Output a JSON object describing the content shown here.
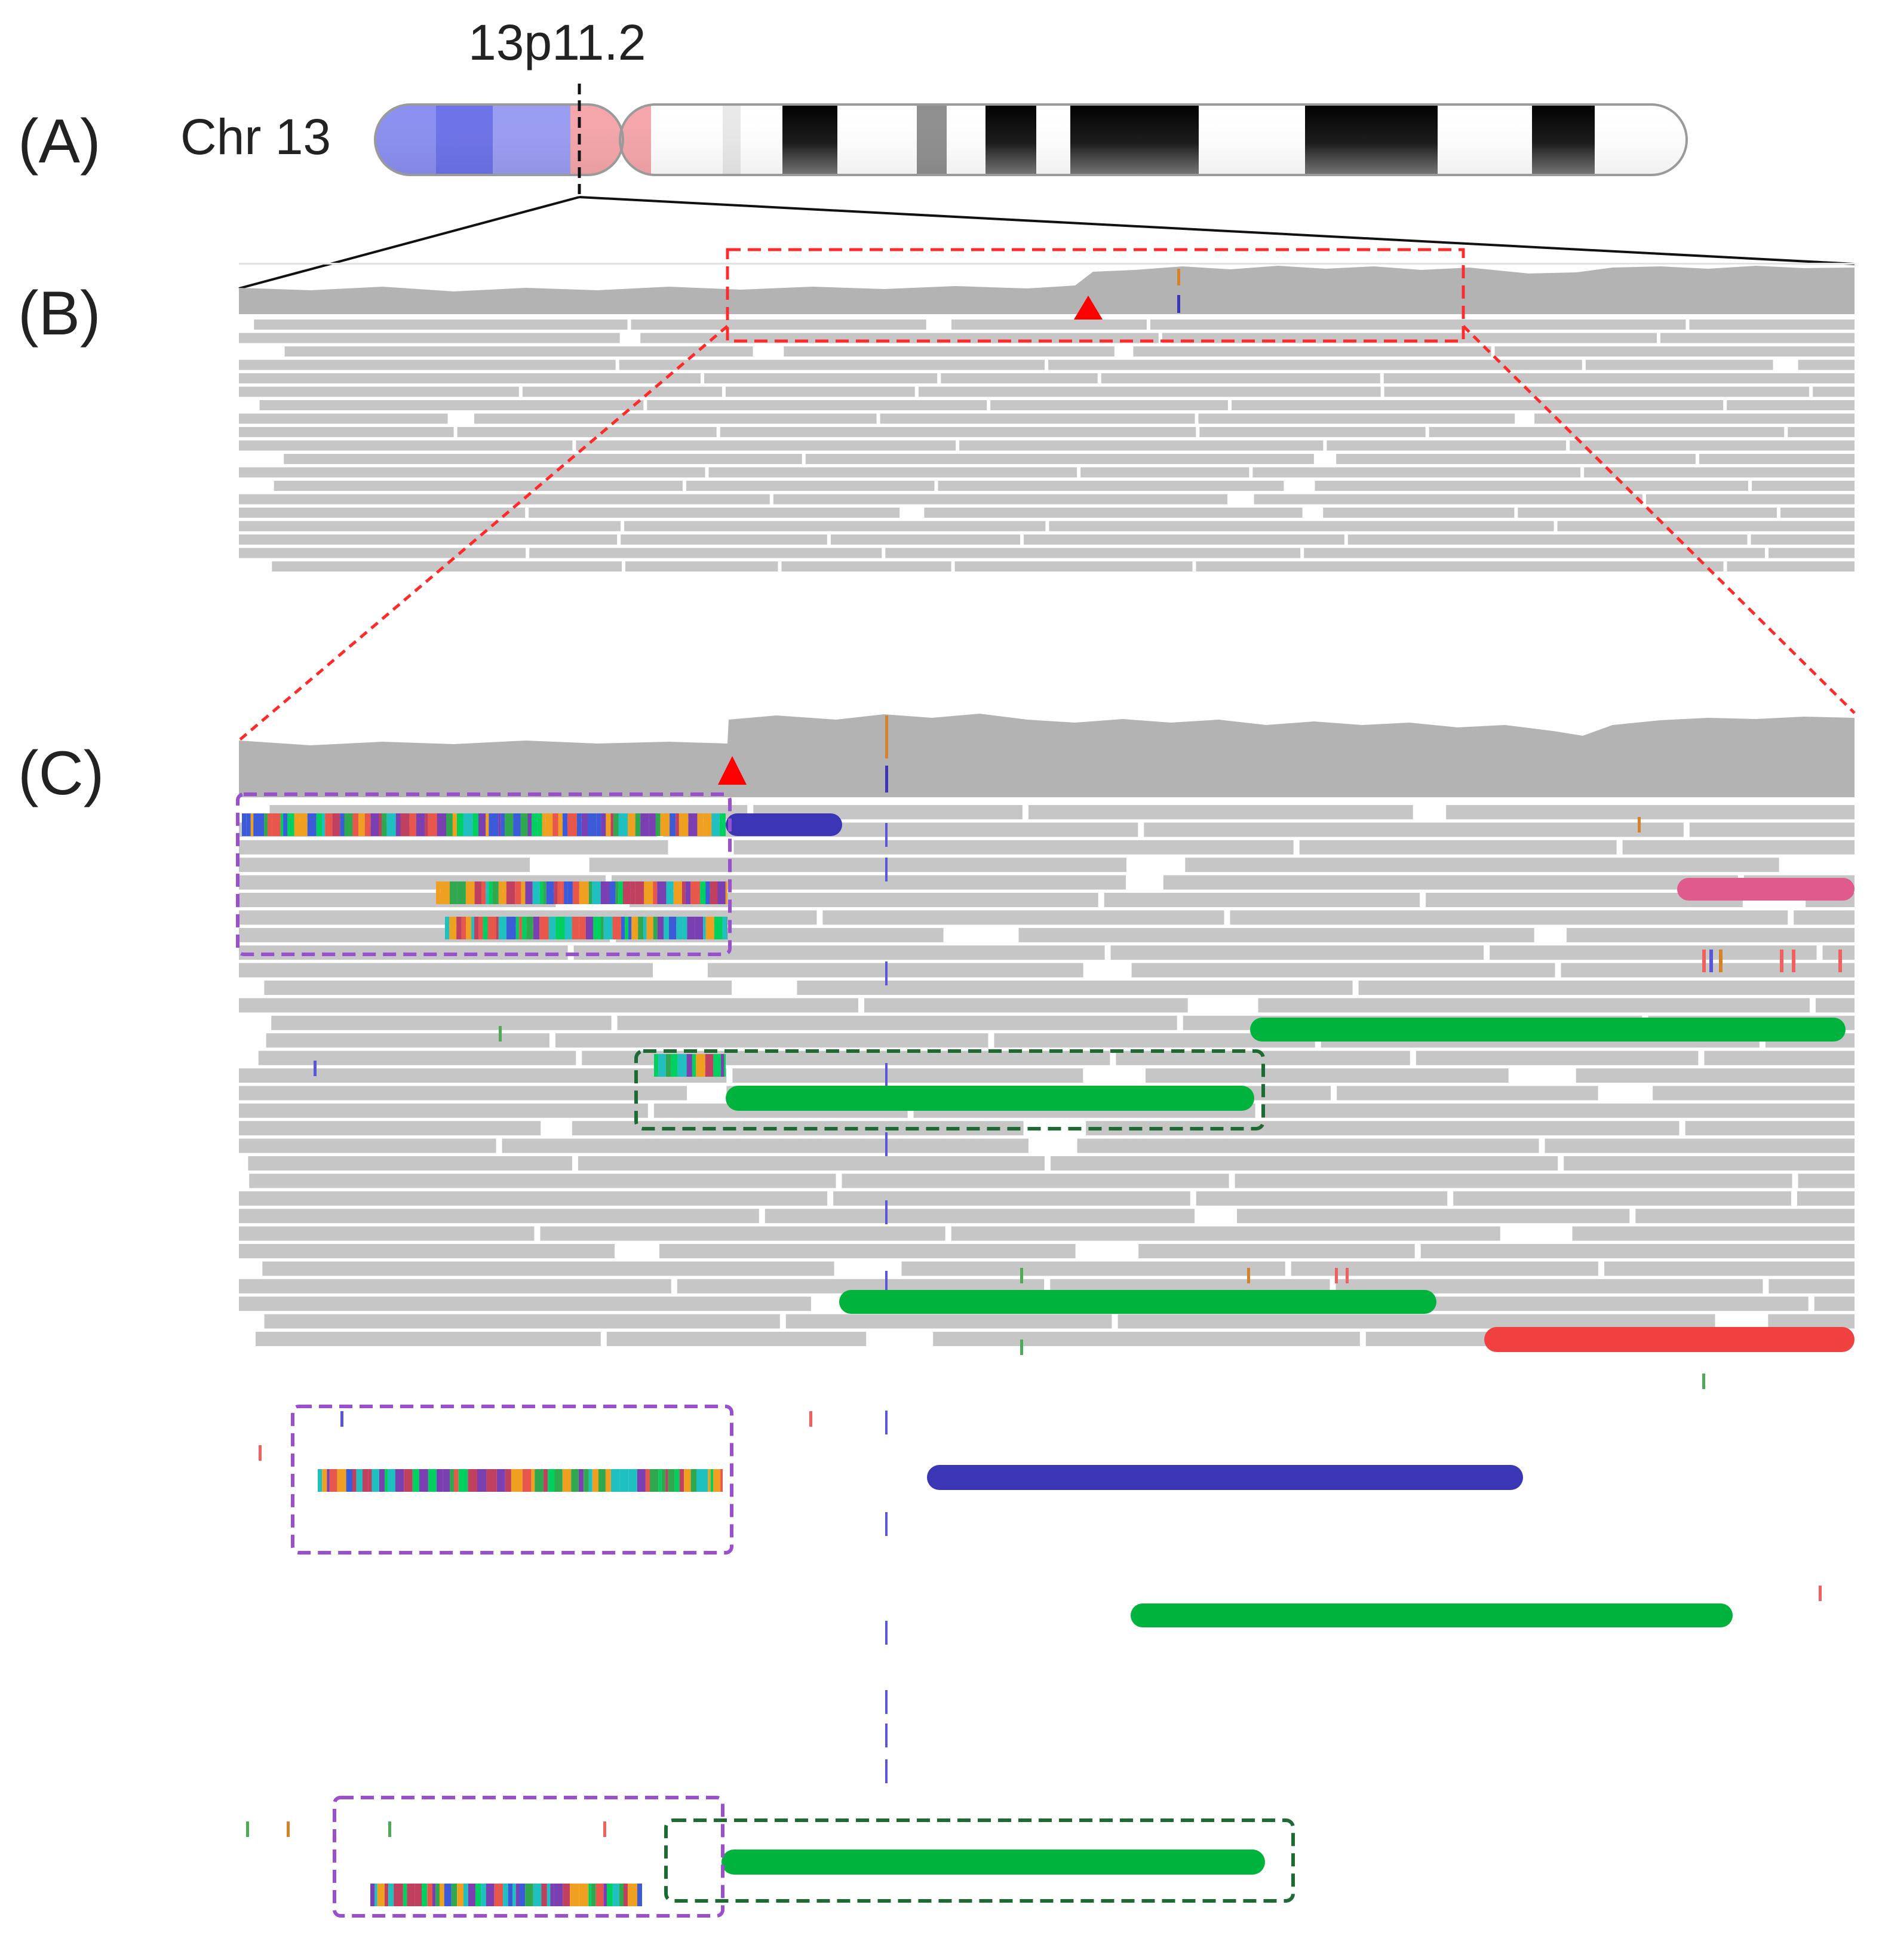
{
  "panels": {
    "a": "(A)",
    "b": "(B)",
    "c": "(C)"
  },
  "chromosome": {
    "name": "Chr 13",
    "band": "13p11.2"
  },
  "colors": {
    "read": "#c6c6c6",
    "coverage": "#b3b3b3",
    "p_arm": "#8b8ff0",
    "centromere": "#f5a6aa",
    "zoom_box": "#ff2a2a",
    "soft_clip_box": "#9a4fcf",
    "split_read_box": "#1d6a32",
    "marker": "#ff0000",
    "discordant_green": "#00b33c",
    "discordant_blue": "#3a36b5",
    "discordant_red": "#f04040",
    "discordant_pink": "#e05a8c"
  }
}
